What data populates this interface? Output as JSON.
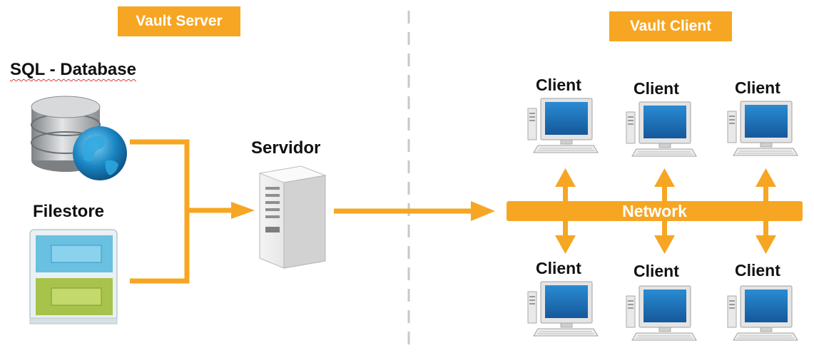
{
  "colors": {
    "accent": "#f6a623",
    "divider": "#c8c8c8",
    "monitor_screen": "#1f74b9",
    "db_body": "#a9acaf",
    "globe": "#1a86c2",
    "filestore_top": "#52b7dd",
    "filestore_bottom": "#9bbb2e"
  },
  "server_section": {
    "title": "Vault Server",
    "database": {
      "label": "SQL - Database",
      "icon": "database-globe-icon"
    },
    "filestore": {
      "label": "Filestore",
      "icon": "filestore-drawers-icon"
    },
    "server": {
      "label": "Servidor",
      "icon": "server-tower-icon"
    }
  },
  "client_section": {
    "title": "Vault Client",
    "network_label": "Network",
    "clients_top": [
      {
        "label": "Client",
        "icon": "desktop-computer-icon"
      },
      {
        "label": "Client",
        "icon": "desktop-computer-icon"
      },
      {
        "label": "Client",
        "icon": "desktop-computer-icon"
      }
    ],
    "clients_bottom": [
      {
        "label": "Client",
        "icon": "desktop-computer-icon"
      },
      {
        "label": "Client",
        "icon": "desktop-computer-icon"
      },
      {
        "label": "Client",
        "icon": "desktop-computer-icon"
      }
    ]
  }
}
